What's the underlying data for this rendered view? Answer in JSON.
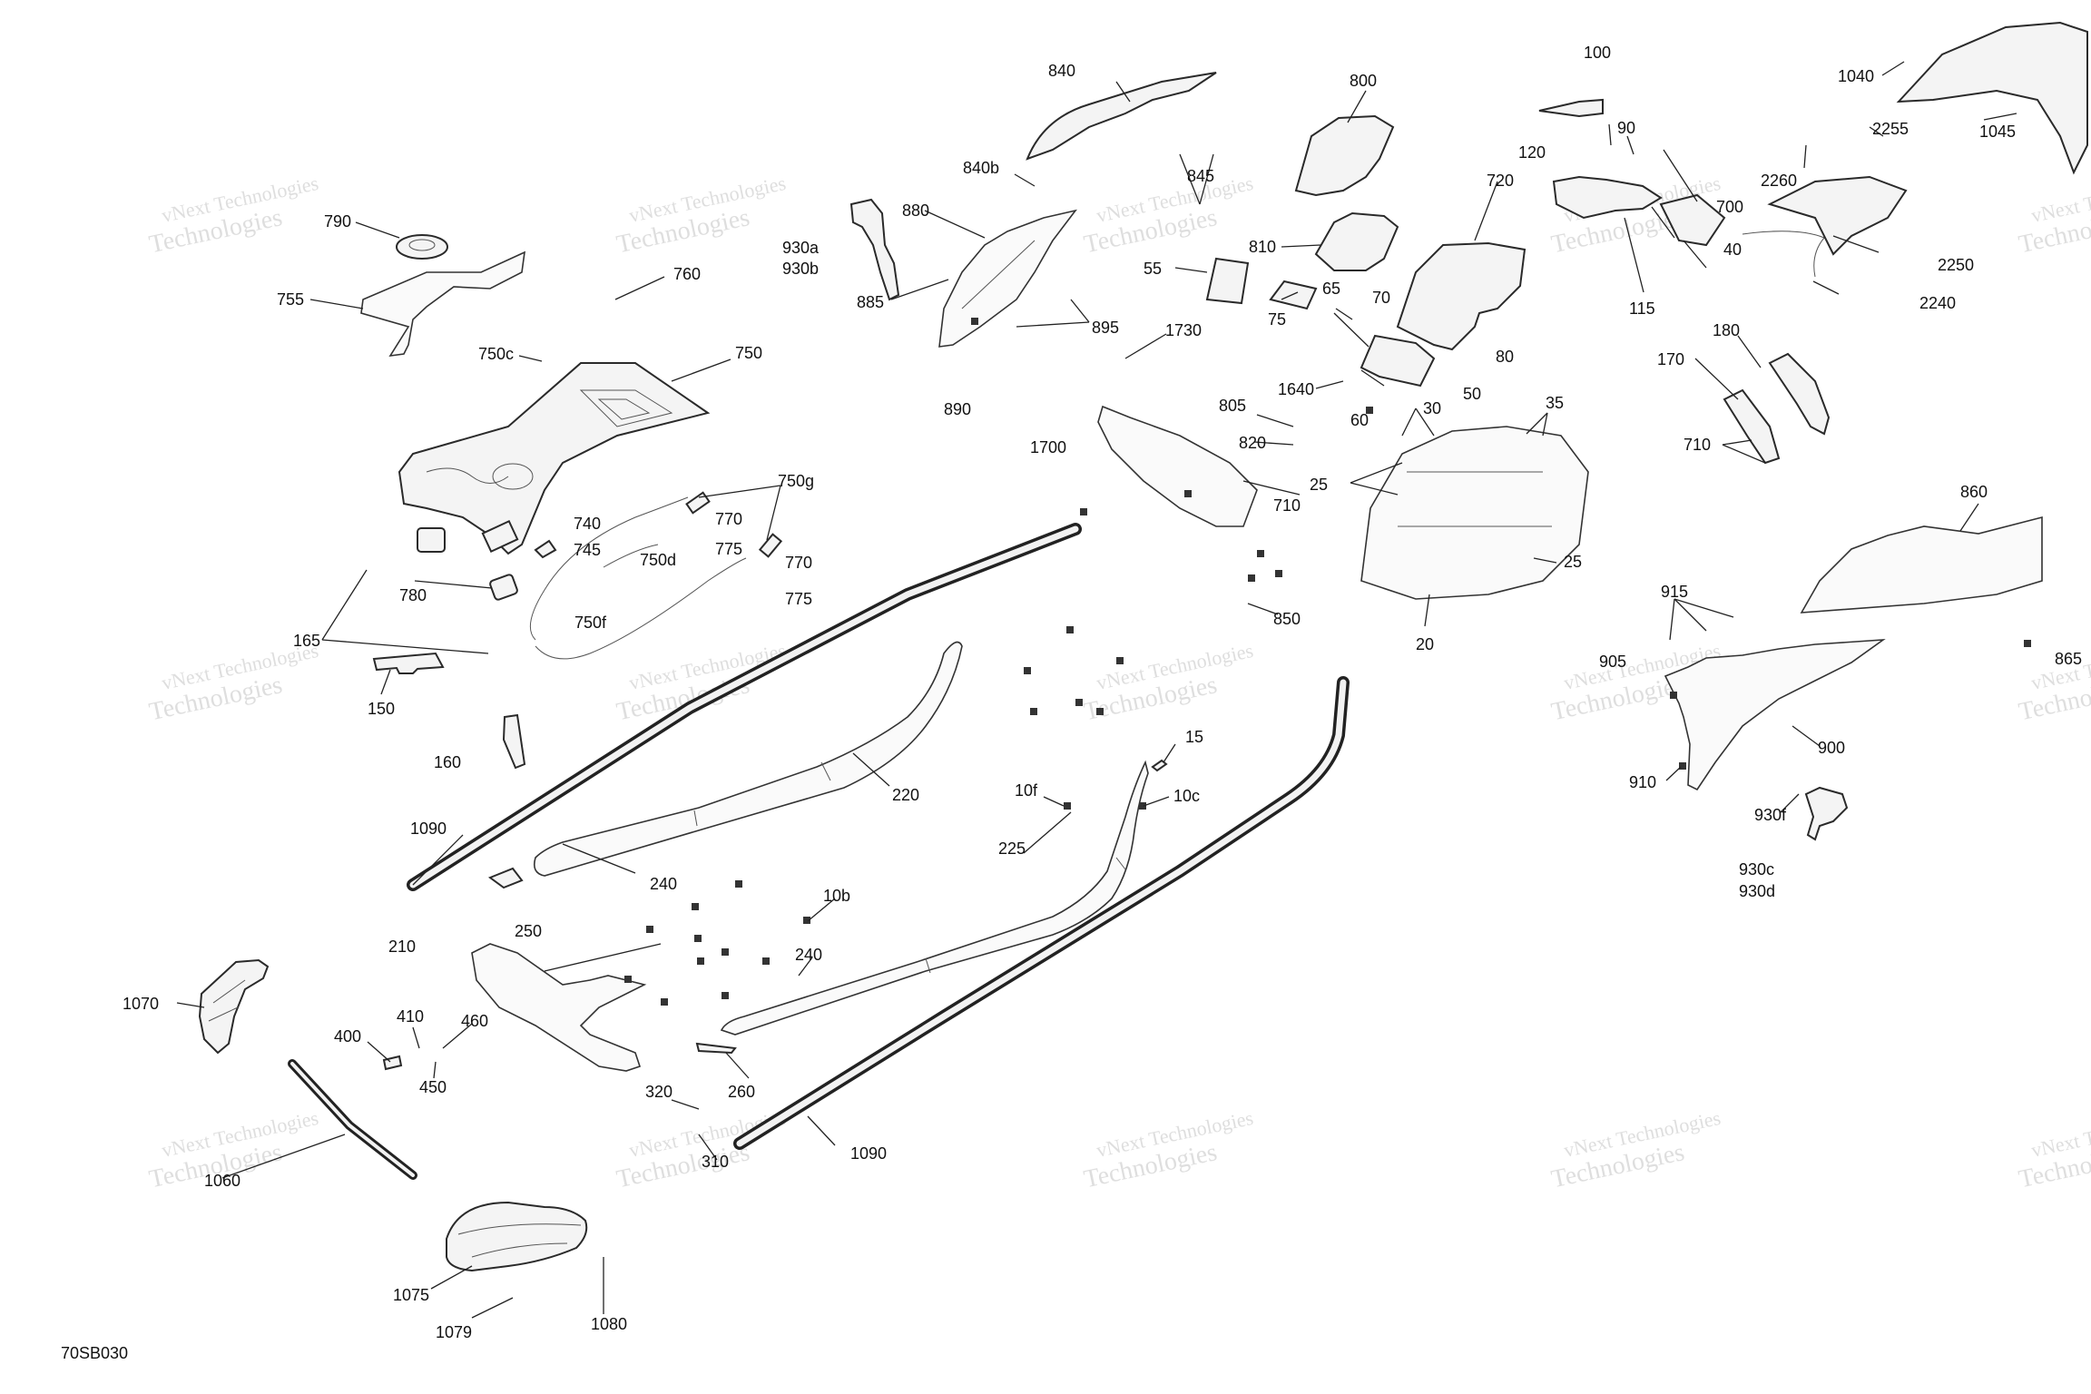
{
  "diagram_code": "70SB030",
  "watermark": {
    "line1": "vNext Technologies",
    "line2": "Technologies"
  },
  "callouts": [
    {
      "id": "c790",
      "text": "790"
    },
    {
      "id": "c755",
      "text": "755"
    },
    {
      "id": "c760",
      "text": "760"
    },
    {
      "id": "c750c",
      "text": "750c"
    },
    {
      "id": "c750",
      "text": "750"
    },
    {
      "id": "c750g",
      "text": "750g"
    },
    {
      "id": "c740",
      "text": "740"
    },
    {
      "id": "c745",
      "text": "745"
    },
    {
      "id": "c770a",
      "text": "770"
    },
    {
      "id": "c775a",
      "text": "775"
    },
    {
      "id": "c770b",
      "text": "770"
    },
    {
      "id": "c775b",
      "text": "775"
    },
    {
      "id": "c750d",
      "text": "750d"
    },
    {
      "id": "c750f",
      "text": "750f"
    },
    {
      "id": "c780",
      "text": "780"
    },
    {
      "id": "c165",
      "text": "165"
    },
    {
      "id": "c150",
      "text": "150"
    },
    {
      "id": "c160",
      "text": "160"
    },
    {
      "id": "c1090a",
      "text": "1090"
    },
    {
      "id": "c240a",
      "text": "240"
    },
    {
      "id": "c250",
      "text": "250"
    },
    {
      "id": "c220",
      "text": "220"
    },
    {
      "id": "c840",
      "text": "840"
    },
    {
      "id": "c840b",
      "text": "840b"
    },
    {
      "id": "c845",
      "text": "845"
    },
    {
      "id": "c880",
      "text": "880"
    },
    {
      "id": "c930a",
      "text": "930a"
    },
    {
      "id": "c930b",
      "text": "930b"
    },
    {
      "id": "c885",
      "text": "885"
    },
    {
      "id": "c895",
      "text": "895"
    },
    {
      "id": "c890",
      "text": "890"
    },
    {
      "id": "c1730",
      "text": "1730"
    },
    {
      "id": "c1700",
      "text": "1700"
    },
    {
      "id": "c710a",
      "text": "710"
    },
    {
      "id": "c850",
      "text": "850"
    },
    {
      "id": "c800",
      "text": "800"
    },
    {
      "id": "c810",
      "text": "810"
    },
    {
      "id": "c55",
      "text": "55"
    },
    {
      "id": "c65",
      "text": "65"
    },
    {
      "id": "c70",
      "text": "70"
    },
    {
      "id": "c75",
      "text": "75"
    },
    {
      "id": "c1640",
      "text": "1640"
    },
    {
      "id": "c805",
      "text": "805"
    },
    {
      "id": "c820",
      "text": "820"
    },
    {
      "id": "c60",
      "text": "60"
    },
    {
      "id": "c30",
      "text": "30"
    },
    {
      "id": "c50",
      "text": "50"
    },
    {
      "id": "c80",
      "text": "80"
    },
    {
      "id": "c720",
      "text": "720"
    },
    {
      "id": "c35",
      "text": "35"
    },
    {
      "id": "c25a",
      "text": "25"
    },
    {
      "id": "c25b",
      "text": "25"
    },
    {
      "id": "c20",
      "text": "20"
    },
    {
      "id": "c100",
      "text": "100"
    },
    {
      "id": "c90",
      "text": "90"
    },
    {
      "id": "c120",
      "text": "120"
    },
    {
      "id": "c700",
      "text": "700"
    },
    {
      "id": "c40",
      "text": "40"
    },
    {
      "id": "c115",
      "text": "115"
    },
    {
      "id": "c1040",
      "text": "1040"
    },
    {
      "id": "c1045",
      "text": "1045"
    },
    {
      "id": "c2255",
      "text": "2255"
    },
    {
      "id": "c2260",
      "text": "2260"
    },
    {
      "id": "c2250",
      "text": "2250"
    },
    {
      "id": "c2240",
      "text": "2240"
    },
    {
      "id": "c180",
      "text": "180"
    },
    {
      "id": "c170",
      "text": "170"
    },
    {
      "id": "c710b",
      "text": "710"
    },
    {
      "id": "c860",
      "text": "860"
    },
    {
      "id": "c915",
      "text": "915"
    },
    {
      "id": "c905",
      "text": "905"
    },
    {
      "id": "c865",
      "text": "865"
    },
    {
      "id": "c900",
      "text": "900"
    },
    {
      "id": "c910",
      "text": "910"
    },
    {
      "id": "c930f",
      "text": "930f"
    },
    {
      "id": "c930c",
      "text": "930c"
    },
    {
      "id": "c930d",
      "text": "930d"
    },
    {
      "id": "c15",
      "text": "15"
    },
    {
      "id": "c10f",
      "text": "10f"
    },
    {
      "id": "c10c",
      "text": "10c"
    },
    {
      "id": "c225",
      "text": "225"
    },
    {
      "id": "c10b",
      "text": "10b"
    },
    {
      "id": "c240b",
      "text": "240"
    },
    {
      "id": "c210",
      "text": "210"
    },
    {
      "id": "c260",
      "text": "260"
    },
    {
      "id": "c1070",
      "text": "1070"
    },
    {
      "id": "c400",
      "text": "400"
    },
    {
      "id": "c410",
      "text": "410"
    },
    {
      "id": "c460",
      "text": "460"
    },
    {
      "id": "c450",
      "text": "450"
    },
    {
      "id": "c320",
      "text": "320"
    },
    {
      "id": "c310",
      "text": "310"
    },
    {
      "id": "c1090b",
      "text": "1090"
    },
    {
      "id": "c1060",
      "text": "1060"
    },
    {
      "id": "c1075",
      "text": "1075"
    },
    {
      "id": "c1079",
      "text": "1079"
    },
    {
      "id": "c1080",
      "text": "1080"
    }
  ]
}
